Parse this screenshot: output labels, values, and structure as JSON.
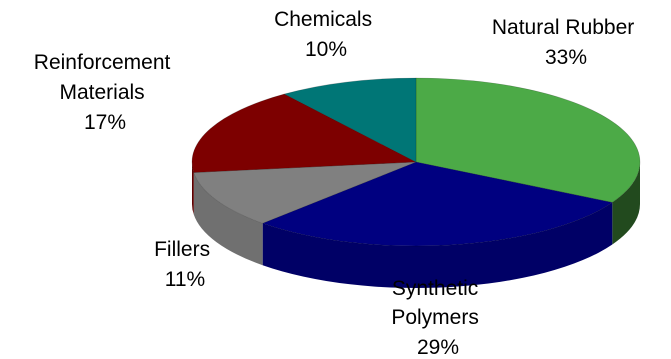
{
  "chart_data": {
    "type": "pie",
    "style": "3d-tilted",
    "legend": "none",
    "slices": [
      {
        "name": "Natural Rubber",
        "value": 33,
        "label_lines": [
          "Natural Rubber"
        ],
        "pct_text": "33%",
        "color": "#4CAA47",
        "side_color": "#224A1E"
      },
      {
        "name": "Synthetic Polymers",
        "value": 29,
        "label_lines": [
          "Synthetic",
          "Polymers"
        ],
        "pct_text": "29%",
        "color": "#000080",
        "side_color": "#000066"
      },
      {
        "name": "Fillers",
        "value": 11,
        "label_lines": [
          "Fillers"
        ],
        "pct_text": "11%",
        "color": "#808080",
        "side_color": "#707070"
      },
      {
        "name": "Reinforcement Materials",
        "value": 17,
        "label_lines": [
          "Reinforcement",
          "Materials"
        ],
        "pct_text": "17%",
        "color": "#7D0000",
        "side_color": "#5E0000"
      },
      {
        "name": "Chemicals",
        "value": 10,
        "label_lines": [
          "Chemicals"
        ],
        "pct_text": "10%",
        "color": "#007676",
        "side_color": "#005858"
      }
    ]
  }
}
